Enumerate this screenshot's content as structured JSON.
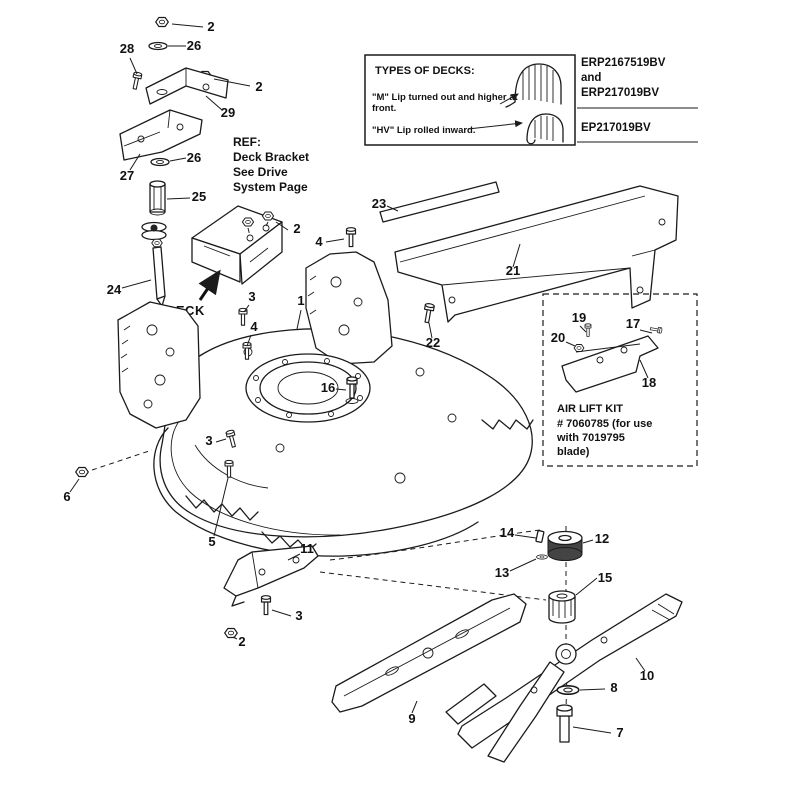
{
  "diagram": {
    "deck_label": "DECK",
    "ref_note": [
      "REF:",
      "Deck Bracket",
      "See Drive",
      "System Page"
    ],
    "types_box": {
      "title": "TYPES OF DECKS:",
      "m_lip_line1": "\"M\" Lip turned out and higher at",
      "m_lip_line2": "front.",
      "hv_lip": "\"HV\" Lip rolled inward.",
      "models_m": [
        "ERP2167519BV",
        "and",
        "ERP217019BV"
      ],
      "model_hv": "EP217019BV"
    },
    "air_lift_kit": [
      "AIR LIFT KIT",
      "# 7060785 (for use",
      "with 7019795",
      "blade)"
    ],
    "callouts": [
      "2",
      "26",
      "28",
      "2",
      "29",
      "27",
      "26",
      "25",
      "2",
      "24",
      "4",
      "23",
      "21",
      "22",
      "16",
      "1",
      "3",
      "4",
      "19",
      "20",
      "17",
      "18",
      "3",
      "5",
      "6",
      "11",
      "3",
      "2",
      "14",
      "13",
      "12",
      "15",
      "9",
      "10",
      "8",
      "7"
    ]
  }
}
